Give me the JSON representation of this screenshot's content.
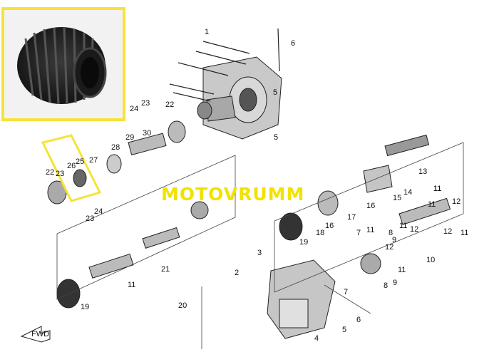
{
  "watermark": "MOTOVRUMM",
  "colors": {
    "highlight": "#f7e23a",
    "watermark": "#f2e200",
    "line": "#222222",
    "part_dark": "#2b2b2b",
    "part_mid": "#7a7a7a",
    "part_light": "#c8c8c8"
  },
  "callouts": [
    "1",
    "6",
    "5",
    "23",
    "24",
    "22",
    "30",
    "29",
    "28",
    "27",
    "26",
    "25",
    "23",
    "22",
    "24",
    "23",
    "13",
    "14",
    "15",
    "16",
    "17",
    "16",
    "18",
    "19",
    "11",
    "12",
    "11",
    "7",
    "8",
    "9",
    "11",
    "12",
    "11",
    "12",
    "11",
    "10",
    "11",
    "12",
    "11",
    "8",
    "9",
    "3",
    "2",
    "7",
    "21",
    "11",
    "19",
    "20",
    "4",
    "5",
    "6",
    "5"
  ],
  "fwd_label": "FWD"
}
